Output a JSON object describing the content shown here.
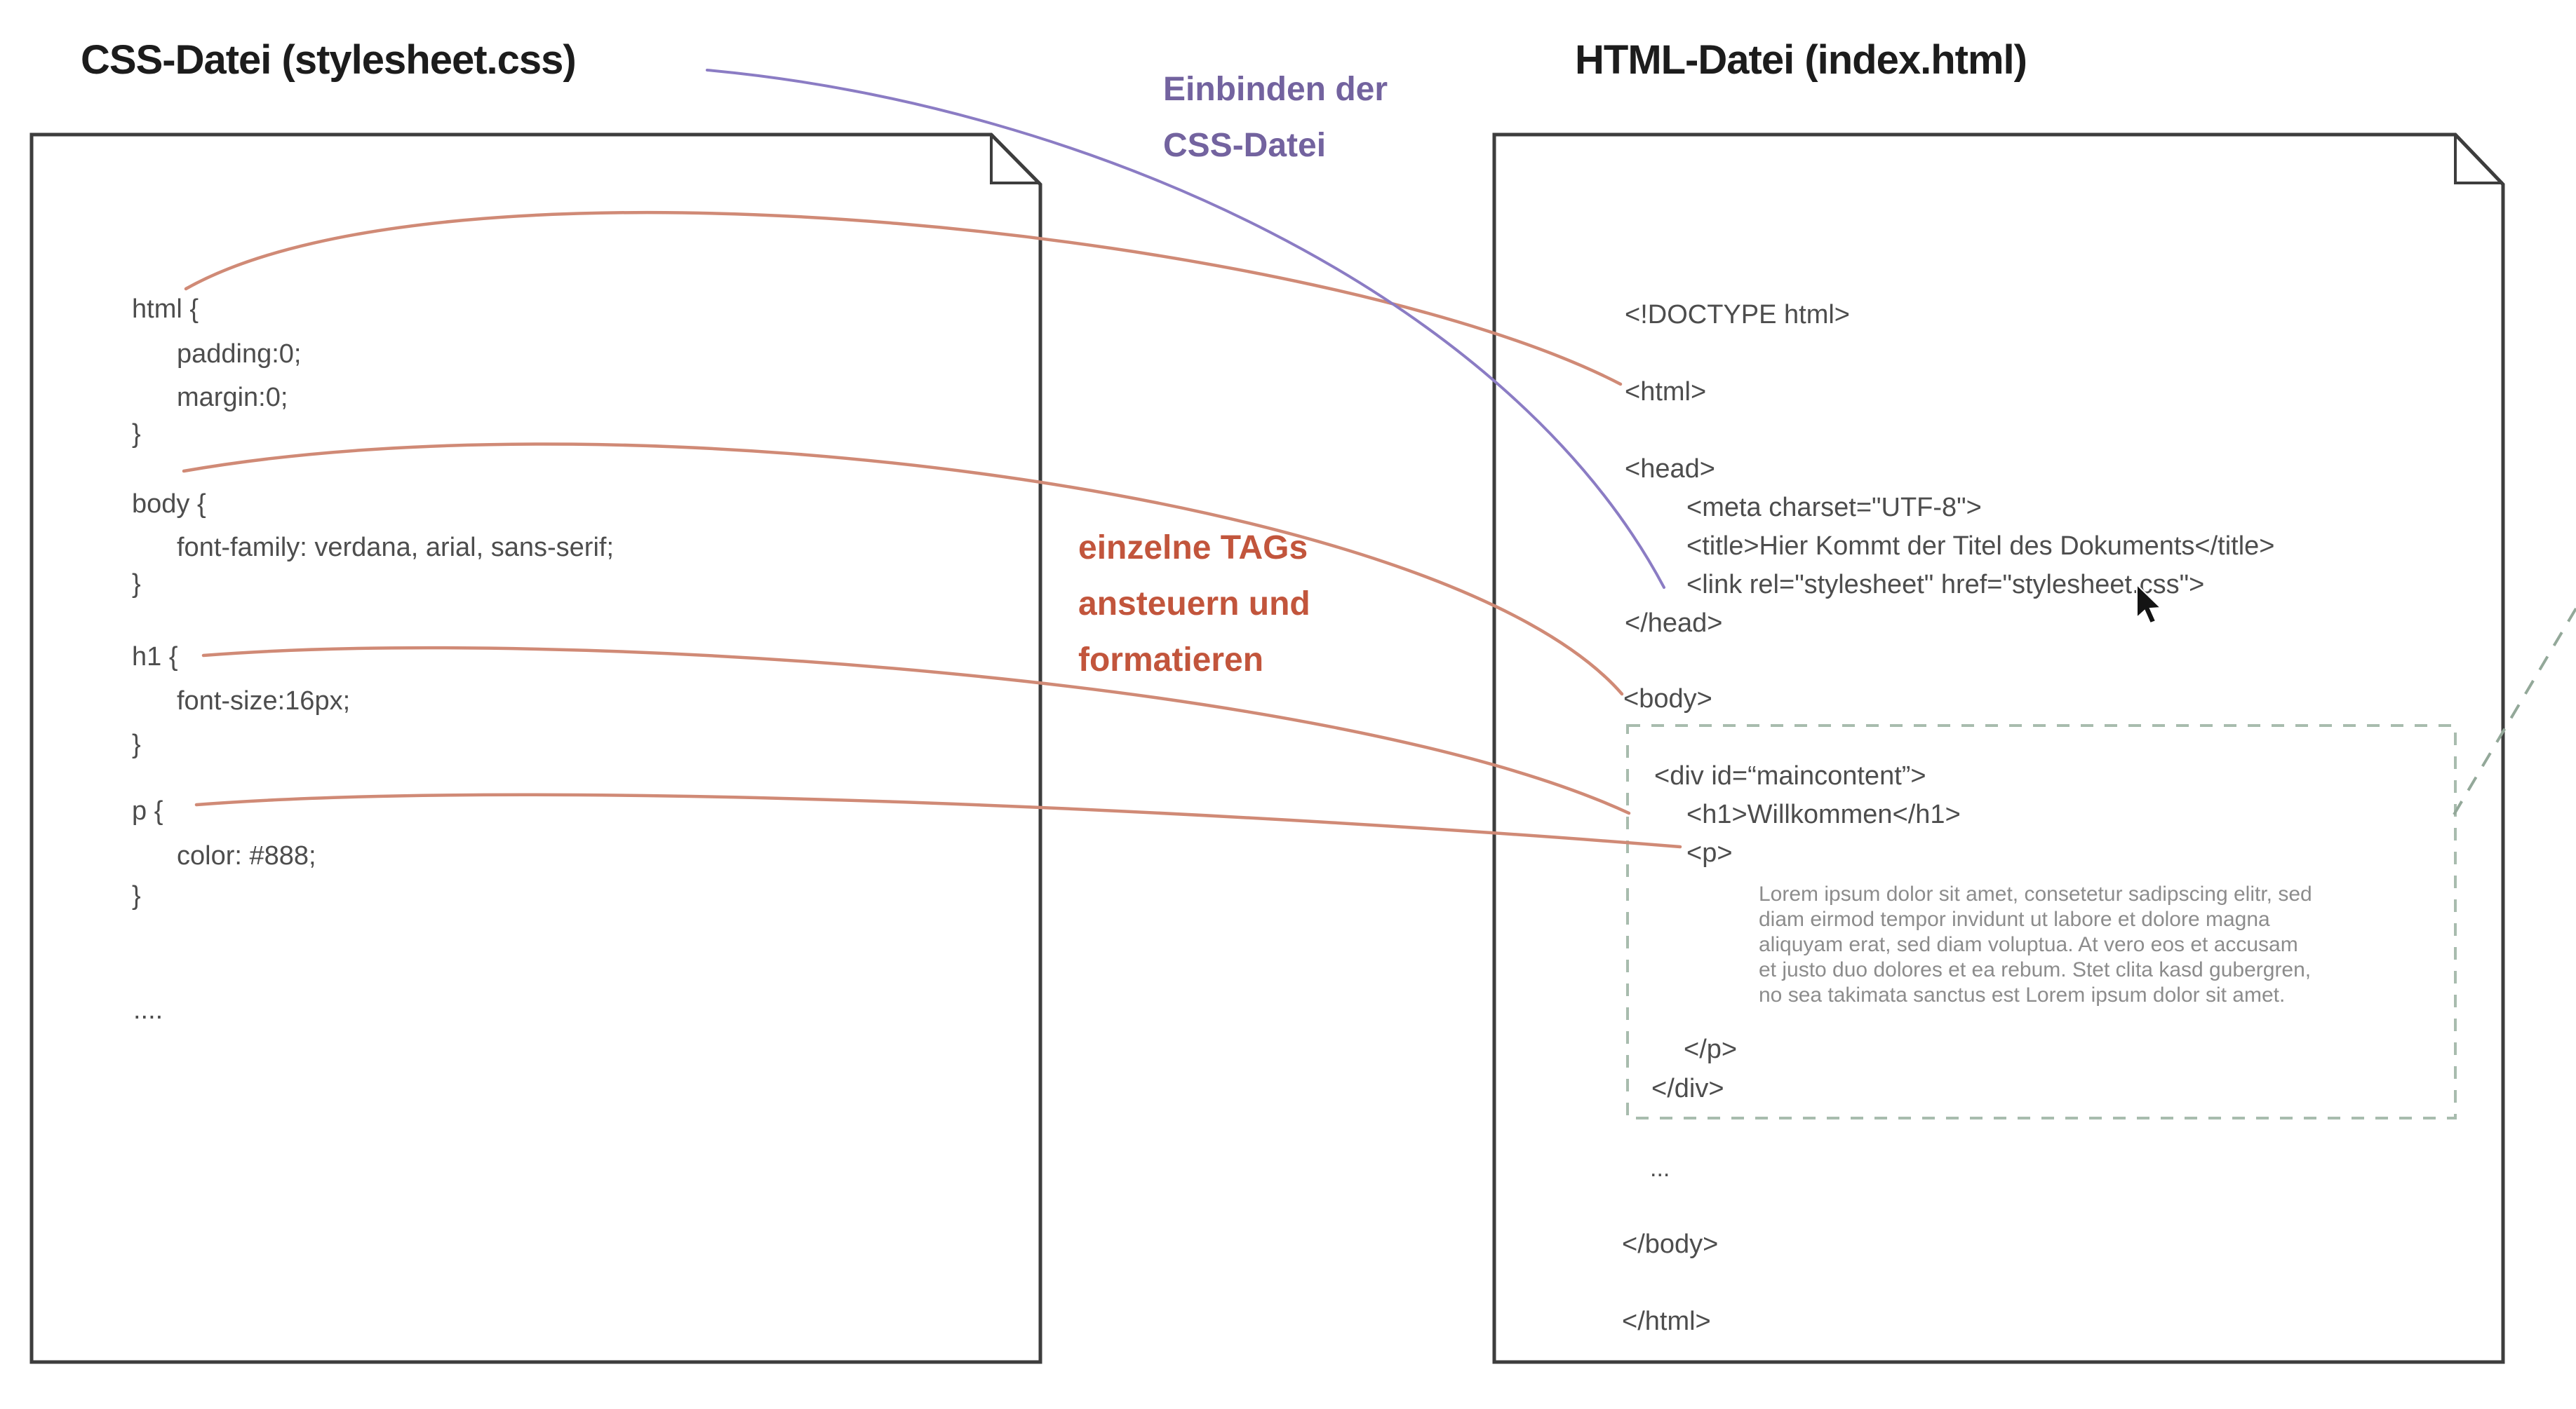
{
  "left_doc": {
    "title": "CSS-Datei (stylesheet.css)",
    "lines": [
      "html {",
      "padding:0;",
      "margin:0;",
      "}",
      "body {",
      "font-family: verdana, arial, sans-serif;",
      "}",
      "h1 {",
      "font-size:16px;",
      "}",
      "p {",
      "color: #888;",
      "}",
      "...."
    ]
  },
  "right_doc": {
    "title": "HTML-Datei (index.html)",
    "lines": [
      "<!DOCTYPE html>",
      "<html>",
      "<head>",
      "<meta charset=\"UTF-8\">",
      "<title>Hier Kommt der Titel des Dokuments</title>",
      "<link rel=\"stylesheet\" href=\"stylesheet.css\">",
      "</head>",
      "<body>",
      "<div id=“maincontent”>",
      "<h1>Willkommen</h1>",
      "<p>"
    ],
    "lorem": "Lorem ipsum dolor sit amet, consetetur sadipscing elitr, sed\ndiam eirmod tempor invidunt ut labore et dolore magna\naliquyam erat, sed diam voluptua. At vero eos et accusam\net justo duo dolores et ea rebum. Stet clita kasd gubergren,\nno sea takimata sanctus est Lorem ipsum dolor sit amet.",
    "closing_lines": [
      "</p>",
      "</div>",
      "...",
      "</body>",
      "</html>"
    ]
  },
  "annotations": {
    "include_label": "Einbinden der\nCSS-Datei",
    "tags_label": "einzelne TAGs\nansteuern und\nformatieren"
  },
  "colors": {
    "connector_red": "#d08a76",
    "connector_purple": "#8b7cc4",
    "label_red": "#c2553c",
    "label_purple": "#73639f",
    "dashed_green_box": "#a8bcae",
    "dashed_green_line": "#93a899",
    "document_border": "#3d3d3d",
    "code_text": "#4d4d4d",
    "lorem_text": "#8c8c8c"
  }
}
